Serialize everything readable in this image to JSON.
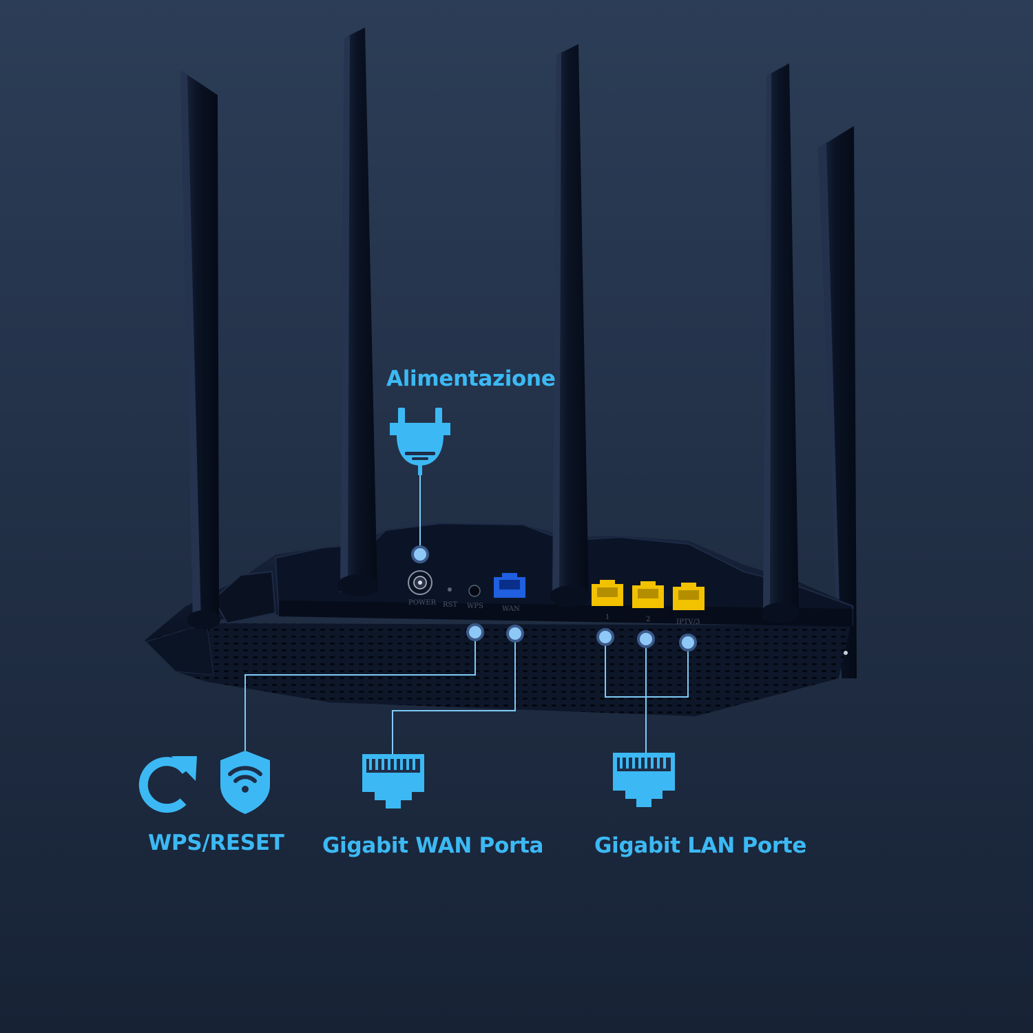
{
  "colors": {
    "background_top": "#2c3d57",
    "background_bottom": "#172235",
    "accent": "#3cb9f4",
    "accent_light": "#7ecbf6",
    "router_body": "#0d1729",
    "antenna": "#0a1324",
    "wan_port": "#1f5fe0",
    "lan_port": "#f2c200"
  },
  "labels": {
    "power": "Alimentazione",
    "wps_reset": "WPS/RESET",
    "wan": "Gigabit WAN Porta",
    "lan": "Gigabit LAN Porte"
  },
  "router_ports": {
    "power": "POWER",
    "rst": "RST",
    "wps": "WPS",
    "wan": "WAN",
    "lan1": "1",
    "lan2": "2",
    "iptv": "IPTV/3"
  },
  "icons": {
    "power": "power-plug-icon",
    "reset": "reset-arrow-icon",
    "wps": "wifi-shield-icon",
    "wan": "ethernet-port-icon",
    "lan": "ethernet-port-icon"
  }
}
